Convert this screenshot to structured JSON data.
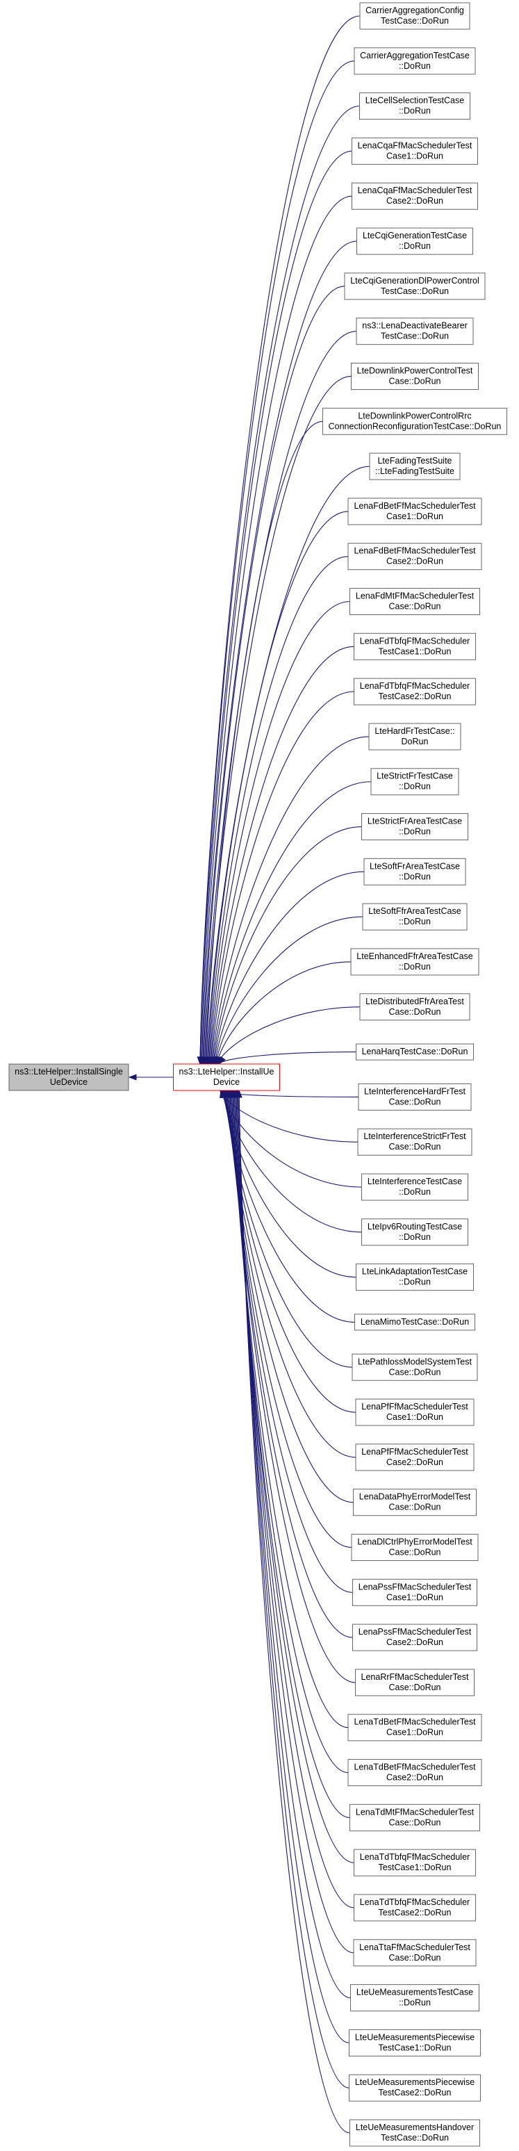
{
  "colors": {
    "edge": "#191970",
    "node_border": "#666666",
    "focus_border": "#ff0000",
    "root_fill": "#bfbfbf",
    "node_fill": "#ffffff"
  },
  "root": {
    "lines": [
      "ns3::LteHelper::InstallSingle",
      "UeDevice"
    ]
  },
  "focus": {
    "lines": [
      "ns3::LteHelper::InstallUe",
      "Device"
    ]
  },
  "callers": [
    {
      "lines": [
        "CarrierAggregationConfig",
        "TestCase::DoRun"
      ]
    },
    {
      "lines": [
        "CarrierAggregationTestCase",
        "::DoRun"
      ]
    },
    {
      "lines": [
        "LteCellSelectionTestCase",
        "::DoRun"
      ]
    },
    {
      "lines": [
        "LenaCqaFfMacSchedulerTest",
        "Case1::DoRun"
      ]
    },
    {
      "lines": [
        "LenaCqaFfMacSchedulerTest",
        "Case2::DoRun"
      ]
    },
    {
      "lines": [
        "LteCqiGenerationTestCase",
        "::DoRun"
      ]
    },
    {
      "lines": [
        "LteCqiGenerationDlPowerControl",
        "TestCase::DoRun"
      ]
    },
    {
      "lines": [
        "ns3::LenaDeactivateBearer",
        "TestCase::DoRun"
      ]
    },
    {
      "lines": [
        "LteDownlinkPowerControlTest",
        "Case::DoRun"
      ]
    },
    {
      "lines": [
        "LteDownlinkPowerControlRrc",
        "ConnectionReconfigurationTestCase::DoRun"
      ]
    },
    {
      "lines": [
        "LteFadingTestSuite",
        "::LteFadingTestSuite"
      ]
    },
    {
      "lines": [
        "LenaFdBetFfMacSchedulerTest",
        "Case1::DoRun"
      ]
    },
    {
      "lines": [
        "LenaFdBetFfMacSchedulerTest",
        "Case2::DoRun"
      ]
    },
    {
      "lines": [
        "LenaFdMtFfMacSchedulerTest",
        "Case::DoRun"
      ]
    },
    {
      "lines": [
        "LenaFdTbfqFfMacScheduler",
        "TestCase1::DoRun"
      ]
    },
    {
      "lines": [
        "LenaFdTbfqFfMacScheduler",
        "TestCase2::DoRun"
      ]
    },
    {
      "lines": [
        "LteHardFrTestCase::",
        "DoRun"
      ]
    },
    {
      "lines": [
        "LteStrictFrTestCase",
        "::DoRun"
      ]
    },
    {
      "lines": [
        "LteStrictFrAreaTestCase",
        "::DoRun"
      ]
    },
    {
      "lines": [
        "LteSoftFrAreaTestCase",
        "::DoRun"
      ]
    },
    {
      "lines": [
        "LteSoftFfrAreaTestCase",
        "::DoRun"
      ]
    },
    {
      "lines": [
        "LteEnhancedFfrAreaTestCase",
        "::DoRun"
      ]
    },
    {
      "lines": [
        "LteDistributedFfrAreaTest",
        "Case::DoRun"
      ]
    },
    {
      "lines": [
        "LenaHarqTestCase::DoRun"
      ]
    },
    {
      "lines": [
        "LteInterferenceHardFrTest",
        "Case::DoRun"
      ]
    },
    {
      "lines": [
        "LteInterferenceStrictFrTest",
        "Case::DoRun"
      ]
    },
    {
      "lines": [
        "LteInterferenceTestCase",
        "::DoRun"
      ]
    },
    {
      "lines": [
        "LteIpv6RoutingTestCase",
        "::DoRun"
      ]
    },
    {
      "lines": [
        "LteLinkAdaptationTestCase",
        "::DoRun"
      ]
    },
    {
      "lines": [
        "LenaMimoTestCase::DoRun"
      ]
    },
    {
      "lines": [
        "LtePathlossModelSystemTest",
        "Case::DoRun"
      ]
    },
    {
      "lines": [
        "LenaPfFfMacSchedulerTest",
        "Case1::DoRun"
      ]
    },
    {
      "lines": [
        "LenaPfFfMacSchedulerTest",
        "Case2::DoRun"
      ]
    },
    {
      "lines": [
        "LenaDataPhyErrorModelTest",
        "Case::DoRun"
      ]
    },
    {
      "lines": [
        "LenaDlCtrlPhyErrorModelTest",
        "Case::DoRun"
      ]
    },
    {
      "lines": [
        "LenaPssFfMacSchedulerTest",
        "Case1::DoRun"
      ]
    },
    {
      "lines": [
        "LenaPssFfMacSchedulerTest",
        "Case2::DoRun"
      ]
    },
    {
      "lines": [
        "LenaRrFfMacSchedulerTest",
        "Case::DoRun"
      ]
    },
    {
      "lines": [
        "LenaTdBetFfMacSchedulerTest",
        "Case1::DoRun"
      ]
    },
    {
      "lines": [
        "LenaTdBetFfMacSchedulerTest",
        "Case2::DoRun"
      ]
    },
    {
      "lines": [
        "LenaTdMtFfMacSchedulerTest",
        "Case::DoRun"
      ]
    },
    {
      "lines": [
        "LenaTdTbfqFfMacScheduler",
        "TestCase1::DoRun"
      ]
    },
    {
      "lines": [
        "LenaTdTbfqFfMacScheduler",
        "TestCase2::DoRun"
      ]
    },
    {
      "lines": [
        "LenaTtaFfMacSchedulerTest",
        "Case::DoRun"
      ]
    },
    {
      "lines": [
        "LteUeMeasurementsTestCase",
        "::DoRun"
      ]
    },
    {
      "lines": [
        "LteUeMeasurementsPiecewise",
        "TestCase1::DoRun"
      ]
    },
    {
      "lines": [
        "LteUeMeasurementsPiecewise",
        "TestCase2::DoRun"
      ]
    },
    {
      "lines": [
        "LteUeMeasurementsHandover",
        "TestCase::DoRun"
      ]
    }
  ]
}
